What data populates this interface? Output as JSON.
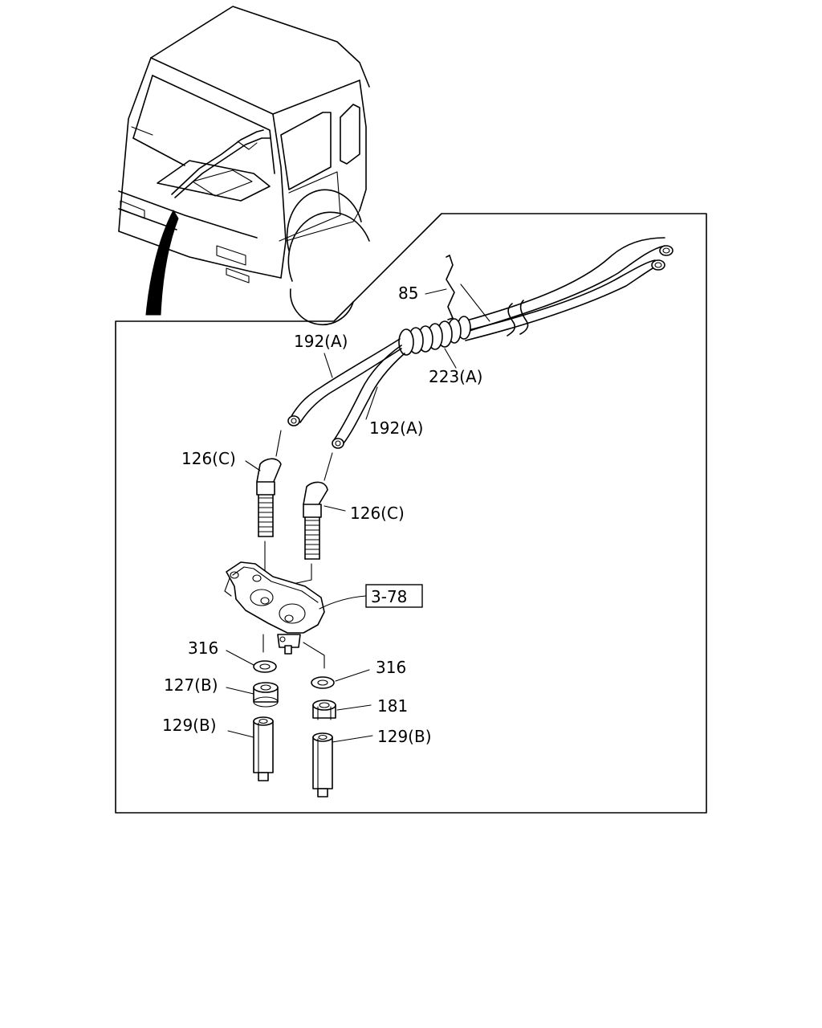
{
  "callouts": {
    "c85": "85",
    "c192a_top": "192(A)",
    "c223a": "223(A)",
    "c192a_mid": "192(A)",
    "c126c_left": "126(C)",
    "c126c_right": "126(C)",
    "c378": "3-78",
    "c316_left": "316",
    "c316_right": "316",
    "c127b": "127(B)",
    "c181": "181",
    "c129b_left": "129(B)",
    "c129b_right": "129(B)"
  },
  "colors": {
    "line": "#000000",
    "background": "#ffffff"
  }
}
